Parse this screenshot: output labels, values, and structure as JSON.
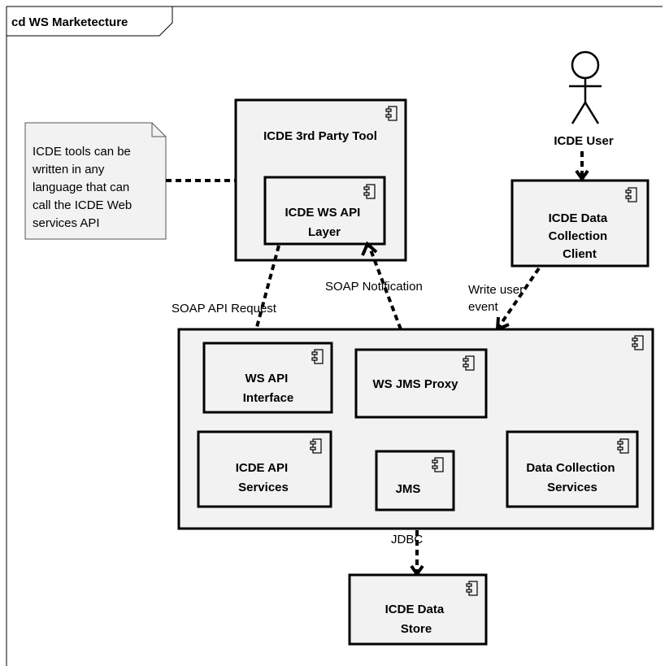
{
  "frame": {
    "title": "cd WS Marketecture"
  },
  "note": {
    "lines": [
      "ICDE tools can be",
      "written in any",
      "language that can",
      "call the ICDE Web",
      "services API"
    ]
  },
  "actor": {
    "name": "ICDE User"
  },
  "components": {
    "third_party_tool": {
      "lines": [
        "ICDE 3rd Party Tool"
      ]
    },
    "ws_api_layer": {
      "lines": [
        "ICDE WS API",
        "Layer"
      ]
    },
    "data_collection_client": {
      "lines": [
        "ICDE Data",
        "Collection",
        "Client"
      ]
    },
    "ws_api_interface": {
      "lines": [
        "WS API",
        "Interface"
      ]
    },
    "ws_jms_proxy": {
      "lines": [
        "WS JMS Proxy"
      ]
    },
    "icde_api_services": {
      "lines": [
        "ICDE API",
        "Services"
      ]
    },
    "jms": {
      "lines": [
        "JMS"
      ]
    },
    "data_collection_services": {
      "lines": [
        "Data Collection",
        "Services"
      ]
    },
    "data_store": {
      "lines": [
        "ICDE Data",
        "Store"
      ]
    }
  },
  "connectors": {
    "soap_request": {
      "lines": [
        "SOAP API Request"
      ]
    },
    "soap_notification": {
      "lines": [
        "SOAP Notification"
      ]
    },
    "write_user_event": {
      "lines": [
        "Write user",
        "event"
      ]
    },
    "jdbc": {
      "lines": [
        "JDBC"
      ]
    }
  }
}
